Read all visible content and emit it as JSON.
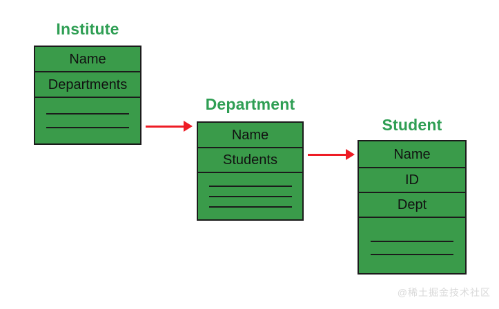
{
  "colors": {
    "box_fill": "#3A9B4A",
    "title_green": "#2E9E53",
    "arrow_red": "#EE1C25",
    "line_black": "#1B1B1B",
    "watermark_gray": "#D9D9D9",
    "background": "#FFFFFF"
  },
  "diagram": {
    "entities": [
      {
        "title": "Institute",
        "fields": [
          "Name",
          "Departments"
        ],
        "blank_line_count": 2
      },
      {
        "title": "Department",
        "fields": [
          "Name",
          "Students"
        ],
        "blank_line_count": 3
      },
      {
        "title": "Student",
        "fields": [
          "Name",
          "ID",
          "Dept"
        ],
        "blank_line_count": 2
      }
    ],
    "connections": [
      {
        "from": "Institute",
        "to": "Department"
      },
      {
        "from": "Department",
        "to": "Student"
      }
    ]
  },
  "watermark": {
    "text": "@稀土掘金技术社区"
  }
}
